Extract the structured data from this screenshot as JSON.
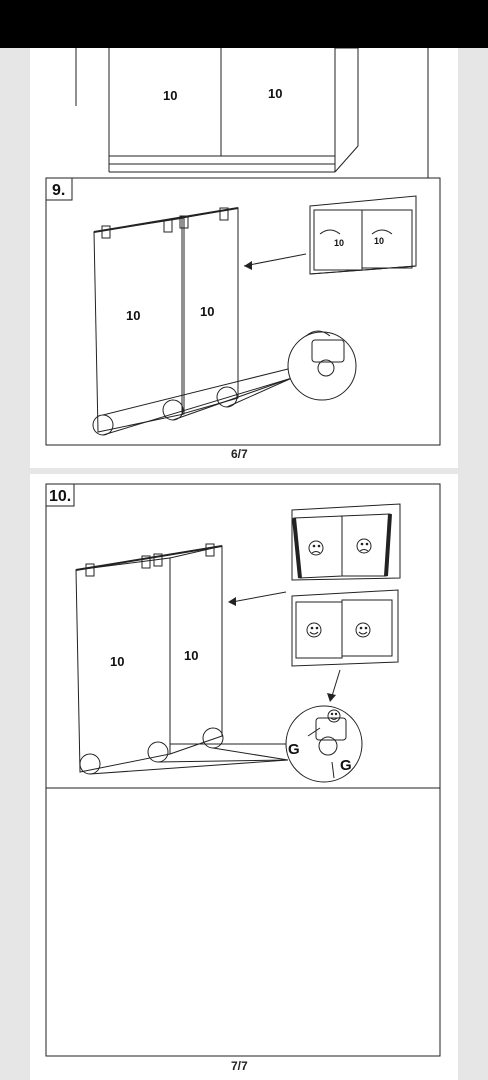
{
  "page1": {
    "top_panel_labels": [
      "10",
      "10"
    ],
    "step": {
      "label": "9.",
      "door_labels": [
        "10",
        "10"
      ],
      "cabinet_labels": [
        "10",
        "10"
      ]
    },
    "page_number": "6/7"
  },
  "page2": {
    "step": {
      "label": "10.",
      "door_labels": [
        "10",
        "10"
      ],
      "detail_labels": [
        "G",
        "G"
      ]
    },
    "page_number": "7/7"
  },
  "icons": [
    "sad-face-icon",
    "smile-face-icon",
    "rotate-arrow-icon",
    "roller-wheel-icon",
    "arrow-icon"
  ]
}
